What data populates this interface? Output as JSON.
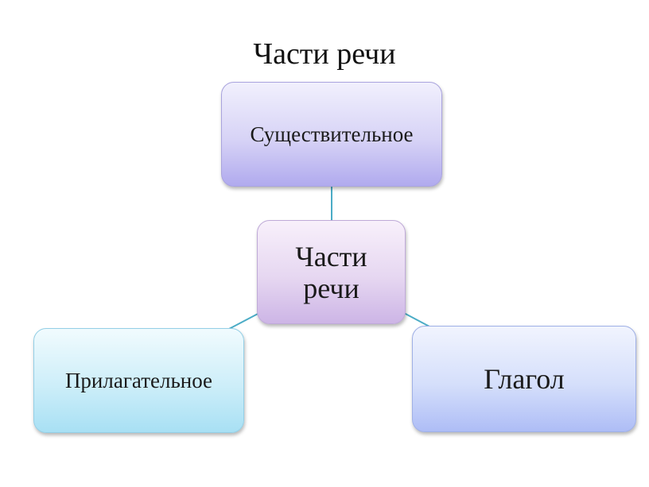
{
  "title": "Части речи",
  "diagram": {
    "center": {
      "lines": [
        "Части",
        "речи"
      ]
    },
    "top": {
      "label": "Существительное"
    },
    "left": {
      "label": "Прилагательное"
    },
    "right": {
      "label": "Глагол"
    },
    "connector_color": "#4bacc6"
  }
}
